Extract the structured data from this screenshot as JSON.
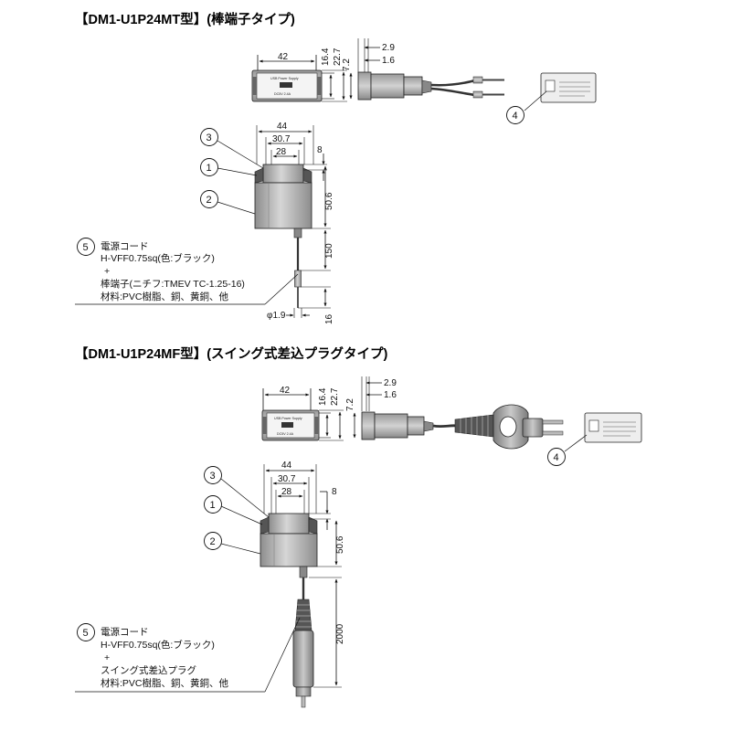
{
  "sections": [
    {
      "title": "【DM1-U1P24MT型】(棒端子タイプ)",
      "dims": {
        "w42": "42",
        "h164": "16.4",
        "h227": "22.7",
        "d29": "2.9",
        "d16": "1.6",
        "d72": "7.2",
        "w44": "44",
        "w307": "30.7",
        "w28": "28",
        "h8": "8",
        "h506": "50.6",
        "l150": "150",
        "l16": "16",
        "phi19": "φ1.9"
      },
      "callouts": {
        "c1": "1",
        "c2": "2",
        "c3": "3",
        "c4": "4",
        "c5": "5"
      },
      "module_text": {
        "t1": "USB Power Supply",
        "t2": "DC5V 2.4A"
      },
      "note": [
        "電源コード",
        "H-VFF0.75sq(色:ブラック)",
        "+",
        "棒端子(ニチフ:TMEV TC-1.25-16)",
        "材料:PVC樹脂、銅、黄銅、他"
      ]
    },
    {
      "title": "【DM1-U1P24MF型】(スイング式差込プラグタイプ)",
      "dims": {
        "w42": "42",
        "h164": "16.4",
        "h227": "22.7",
        "d29": "2.9",
        "d16": "1.6",
        "d72": "7.2",
        "w44": "44",
        "w307": "30.7",
        "w28": "28",
        "h8": "8",
        "h506": "50.6",
        "l2000": "2000"
      },
      "callouts": {
        "c1": "1",
        "c2": "2",
        "c3": "3",
        "c4": "4",
        "c5": "5"
      },
      "module_text": {
        "t1": "USB Power Supply",
        "t2": "DC5V 2.4A"
      },
      "note": [
        "電源コード",
        "H-VFF0.75sq(色:ブラック)",
        "+",
        "スイング式差込プラグ",
        "材料:PVC樹脂、銅、黄銅、他"
      ]
    }
  ]
}
